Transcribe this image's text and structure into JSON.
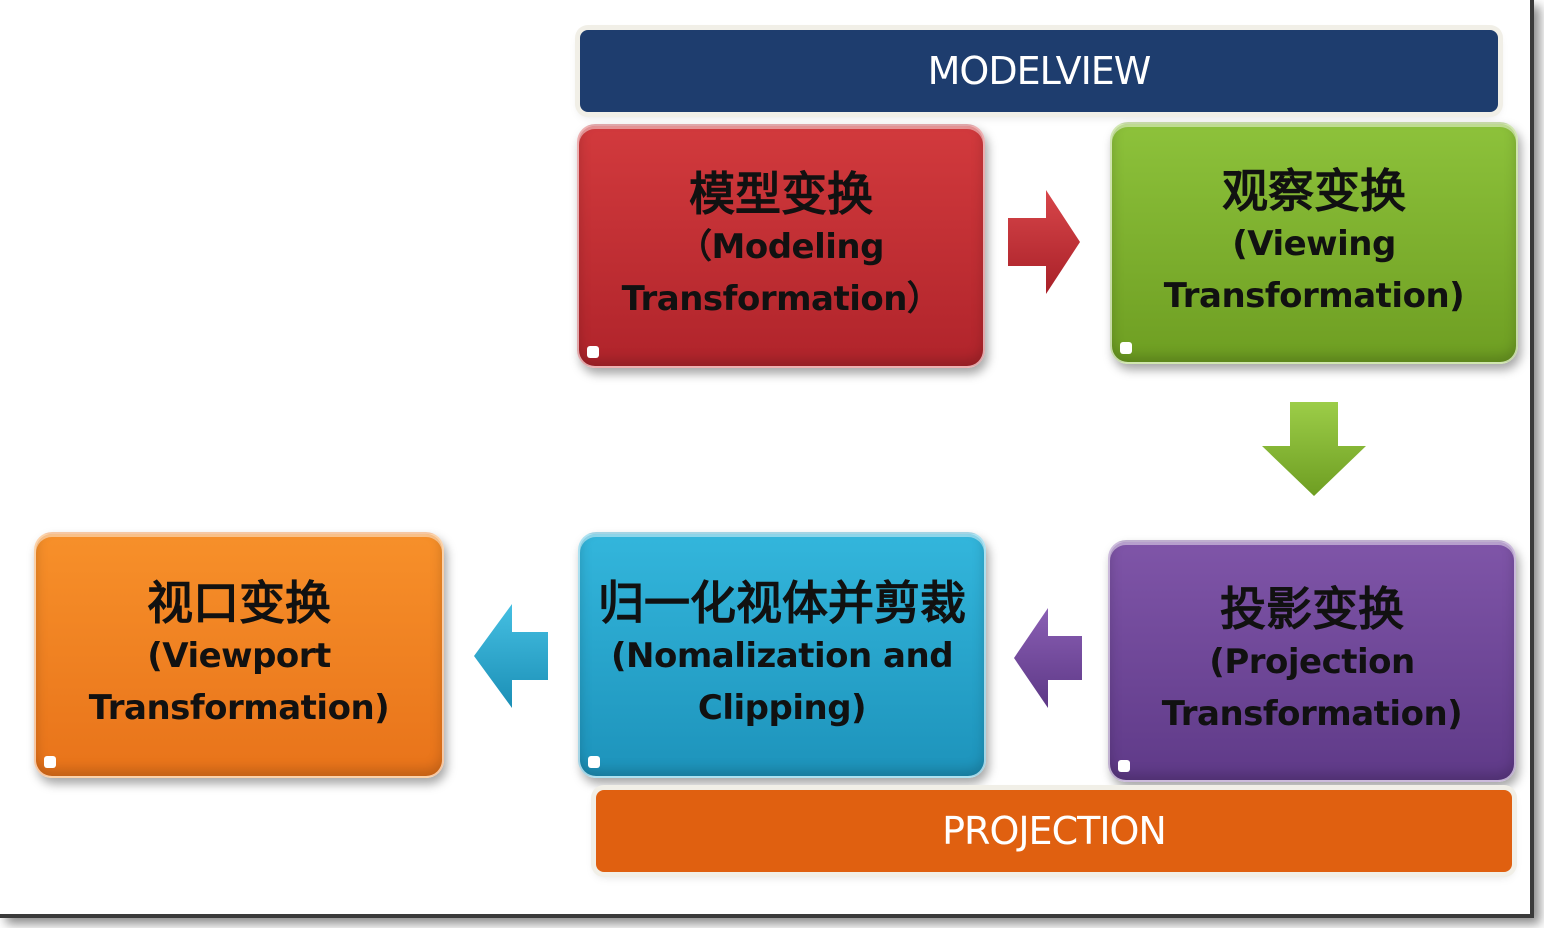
{
  "banners": {
    "modelview": "MODELVIEW",
    "projection": "PROJECTION"
  },
  "stages": {
    "modeling": {
      "zh": "模型变换",
      "en1": "（Modeling",
      "en2": "Transformation）",
      "color": "#c22f34"
    },
    "viewing": {
      "zh": "观察变换",
      "en1": "(Viewing",
      "en2": "Transformation)",
      "color": "#7db232"
    },
    "projection": {
      "zh": "投影变换",
      "en1": "(Projection",
      "en2": "Transformation)",
      "color": "#6e4799"
    },
    "normalize": {
      "zh": "归一化视体并剪裁",
      "en1": "(Nomalization and",
      "en2": "Clipping)",
      "color": "#28a6cf"
    },
    "viewport": {
      "zh": "视口变换",
      "en1": "(Viewport",
      "en2": "Transformation)",
      "color": "#f08222"
    }
  },
  "colors": {
    "modelview_banner": "#1e3d6e",
    "projection_banner": "#e06010"
  }
}
